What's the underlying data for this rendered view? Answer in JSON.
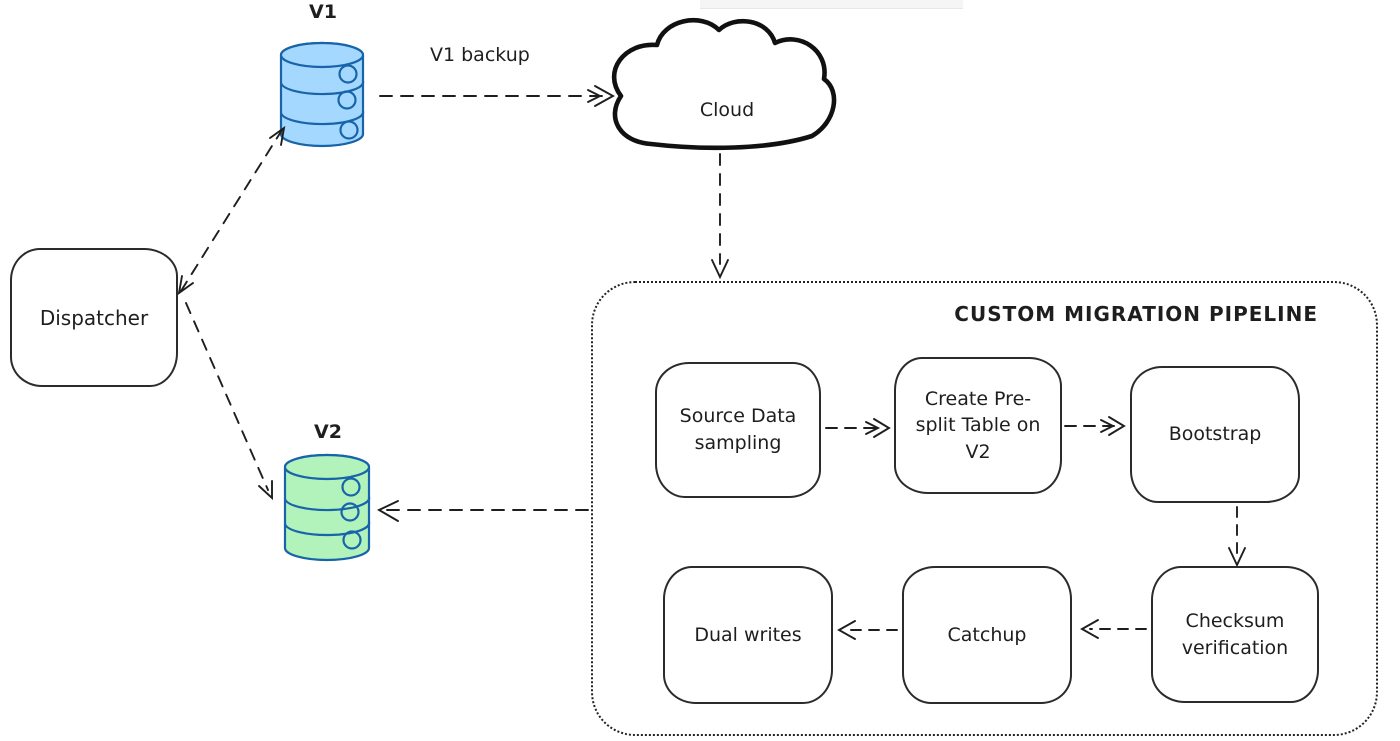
{
  "nodes": {
    "dispatcher": "Dispatcher",
    "v1_label": "V1",
    "v2_label": "V2",
    "cloud_label": "Cloud"
  },
  "edges": {
    "v1_backup_label": "V1 backup"
  },
  "pipeline": {
    "title": "CUSTOM MIGRATION PIPELINE",
    "steps": [
      "Source Data sampling",
      "Create Pre-split Table on V2",
      "Bootstrap",
      "Checksum verification",
      "Catchup",
      "Dual writes"
    ]
  },
  "colors": {
    "ink": "#1e1e1e",
    "db_stroke": "#1864ab",
    "v1_fill": "#a5d8ff",
    "v2_fill": "#b2f2bb"
  }
}
